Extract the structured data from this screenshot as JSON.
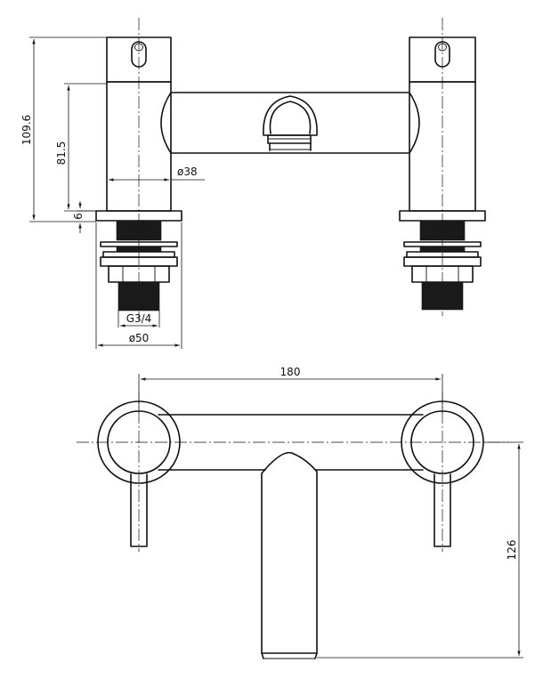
{
  "front_view": {
    "dimensions": {
      "overall_height": "109.6",
      "body_height": "81.5",
      "base_height": "6",
      "body_diameter": "ø38",
      "thread": "G3/4",
      "flange_diameter": "ø50"
    }
  },
  "top_view": {
    "dimensions": {
      "centers_width": "180",
      "spout_reach": "126"
    }
  },
  "colors": {
    "line": "#111111",
    "background": "#ffffff"
  }
}
